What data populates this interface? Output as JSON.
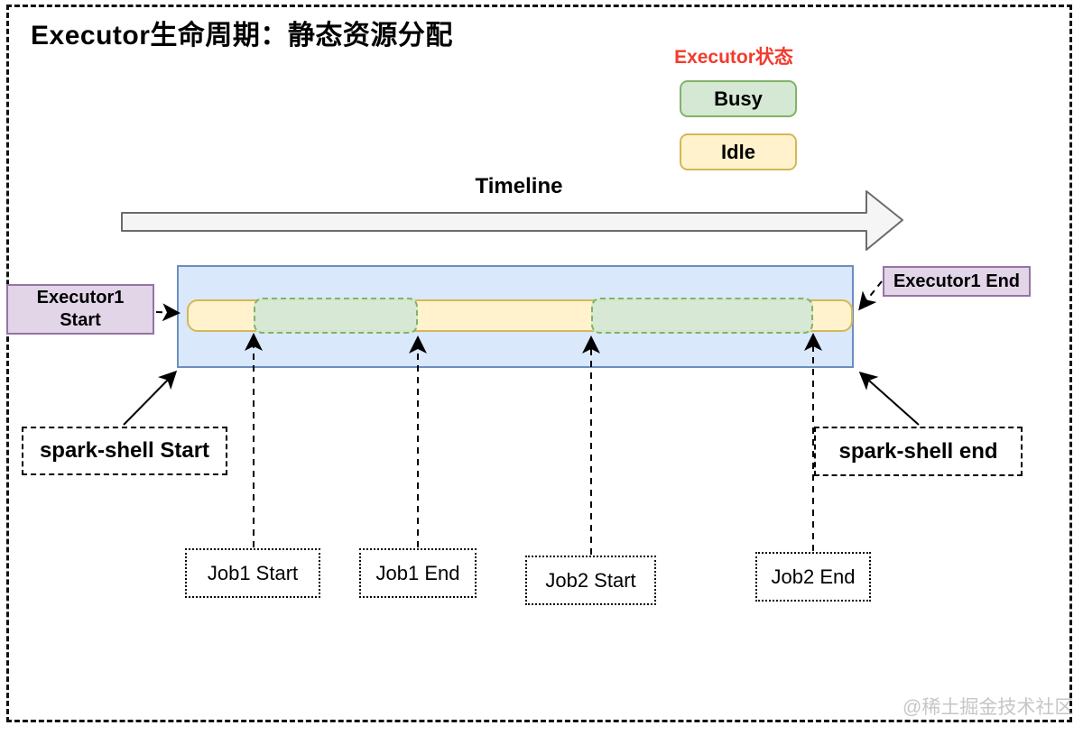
{
  "title": "Executor生命周期：静态资源分配",
  "legend": {
    "title": "Executor状态",
    "busy_label": "Busy",
    "idle_label": "Idle"
  },
  "timeline_label": "Timeline",
  "executor_bar": {
    "start_label_line1": "Executor1",
    "start_label_line2": "Start",
    "end_label": "Executor1 End",
    "segments": [
      {
        "state": "Idle",
        "from": "Executor1 Start",
        "to": "Job1 Start"
      },
      {
        "state": "Busy",
        "from": "Job1 Start",
        "to": "Job1 End"
      },
      {
        "state": "Idle",
        "from": "Job1 End",
        "to": "Job2 Start"
      },
      {
        "state": "Busy",
        "from": "Job2 Start",
        "to": "Job2 End"
      },
      {
        "state": "Idle",
        "from": "Job2 End",
        "to": "Executor1 End"
      }
    ]
  },
  "events": {
    "spark_shell_start": "spark-shell Start",
    "spark_shell_end": "spark-shell end",
    "job1_start": "Job1 Start",
    "job1_end": "Job1 End",
    "job2_start": "Job2 Start",
    "job2_end": "Job2 End"
  },
  "colors": {
    "busy_fill": "#d5e8d4",
    "busy_border": "#82b366",
    "idle_fill": "#fff2cc",
    "idle_border": "#d6b656",
    "executor_fill": "#dae8fc",
    "executor_border": "#6c8ebf",
    "event_box_fill": "#e1d5e7",
    "event_box_border": "#9673a6",
    "legend_title_color": "#f23b2e",
    "timeline_arrow_fill": "#f5f5f5",
    "timeline_arrow_border": "#6b6b6b"
  },
  "watermark": "@稀土掘金技术社区"
}
